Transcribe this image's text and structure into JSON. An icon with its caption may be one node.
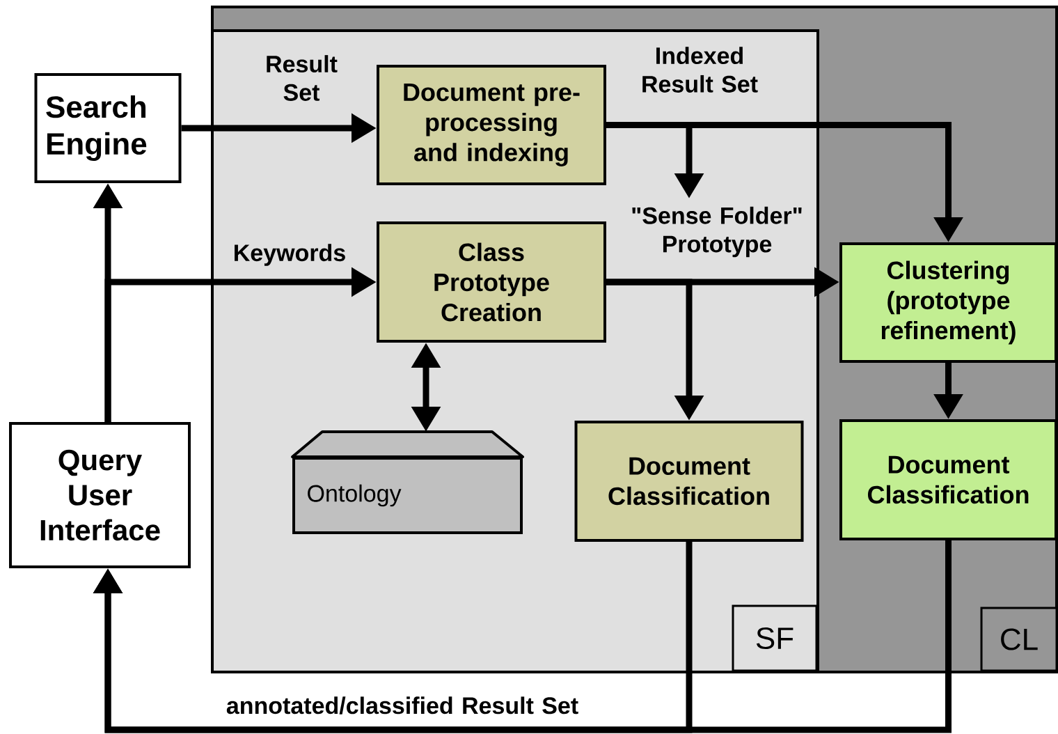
{
  "diagram": {
    "nodes": [
      {
        "text": [
          "CL"
        ]
      },
      {
        "text": [
          "SF"
        ],
        "in": 0
      },
      {
        "text": [
          "Search Engine"
        ]
      },
      {
        "text": [
          "Query User Interface"
        ]
      },
      {
        "text": [
          "Document pre-processing and indexing"
        ],
        "in": 1
      },
      {
        "text": [
          "Class Prototype Creation"
        ],
        "in": 1
      },
      {
        "text": [
          "Ontology"
        ],
        "in": 1
      },
      {
        "text": [
          "Document Classification"
        ],
        "in": 1
      },
      {
        "text": [
          "Clustering (prototype refinement)"
        ],
        "in": 0
      },
      {
        "text": [
          "Document Classification"
        ],
        "in": 0
      }
    ],
    "edges": [
      {
        "from": 2,
        "to": 4,
        "arrow": "to",
        "label": "Result Set"
      },
      {
        "from": 3,
        "to": 2,
        "arrow": "to"
      },
      {
        "from": 3,
        "to": 5,
        "arrow": "to",
        "label": "Keywords"
      },
      {
        "from": 5,
        "to": 6,
        "arrow": "both"
      },
      {
        "from": 4,
        "to": 8,
        "arrow": "to",
        "label": "Indexed Result Set"
      },
      {
        "from": 4,
        "to": null,
        "arrow": "to"
      },
      {
        "from": 5,
        "to": 8,
        "arrow": "to",
        "label": "\"Sense Folder\" Prototype"
      },
      {
        "from": 5,
        "to": 7,
        "arrow": "to"
      },
      {
        "from": 8,
        "to": 9,
        "arrow": "to"
      },
      {
        "from": 7,
        "to": 3,
        "arrow": "to",
        "label": "annotated/classified Result Set"
      },
      {
        "from": 9,
        "to": 3,
        "arrow": "to"
      }
    ]
  }
}
